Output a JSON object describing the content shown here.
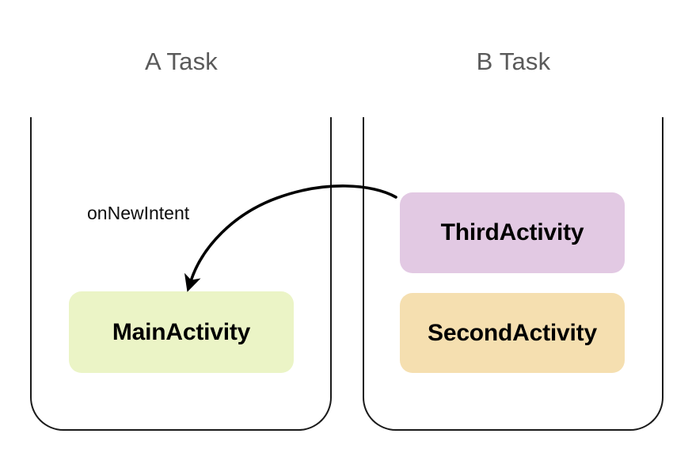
{
  "diagram": {
    "title_left": "A Task",
    "title_right": "B Task",
    "arrow_label": "onNewIntent",
    "colors": {
      "main_activity": "#ebf4c6",
      "third_activity": "#e2c9e3",
      "second_activity": "#f5dfb0",
      "container_border": "#1a1a1a",
      "title_text": "#5a5a5a",
      "card_text": "#000000",
      "arrow": "#000000",
      "background": "#ffffff"
    }
  },
  "tasks": [
    {
      "id": "a-task",
      "label": "A Task",
      "activities": [
        {
          "id": "main-activity",
          "label": "MainActivity",
          "color": "#ebf4c6"
        }
      ]
    },
    {
      "id": "b-task",
      "label": "B Task",
      "activities": [
        {
          "id": "third-activity",
          "label": "ThirdActivity",
          "color": "#e2c9e3"
        },
        {
          "id": "second-activity",
          "label": "SecondActivity",
          "color": "#f5dfb0"
        }
      ]
    }
  ],
  "arrows": [
    {
      "id": "on-new-intent-arrow",
      "label": "onNewIntent",
      "from": "third-activity",
      "to": "main-activity"
    }
  ]
}
